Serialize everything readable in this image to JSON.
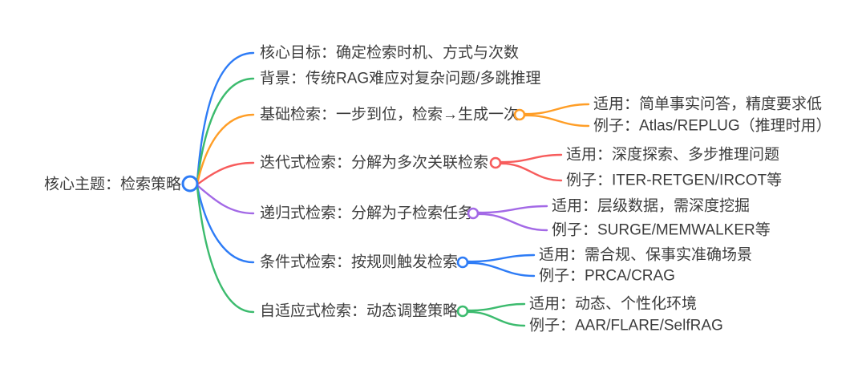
{
  "palette": {
    "blue": "#2e7cf6",
    "green": "#3cbb6e",
    "orange": "#ff9e27",
    "red": "#f75c5c",
    "purple": "#a369e6",
    "text": "#3d3d3d"
  },
  "root": {
    "label": "核心主题：检索策略",
    "color": "#2e7cf6"
  },
  "branches": [
    {
      "label": "核心目标：确定检索时机、方式与次数",
      "color": "#2e7cf6",
      "children": []
    },
    {
      "label": "背景：传统RAG难应对复杂问题/多跳推理",
      "color": "#3cbb6e",
      "children": []
    },
    {
      "label": "基础检索：一步到位，检索→生成一次",
      "color": "#ff9e27",
      "children": [
        {
          "label": "适用：简单事实问答，精度要求低"
        },
        {
          "label": "例子：Atlas/REPLUG（推理时用）"
        }
      ]
    },
    {
      "label": "迭代式检索：分解为多次关联检索",
      "color": "#f75c5c",
      "children": [
        {
          "label": "适用：深度探索、多步推理问题"
        },
        {
          "label": "例子：ITER-RETGEN/IRCOT等"
        }
      ]
    },
    {
      "label": "递归式检索：分解为子检索任务",
      "color": "#a369e6",
      "children": [
        {
          "label": "适用：层级数据，需深度挖掘"
        },
        {
          "label": "例子：SURGE/MEMWALKER等"
        }
      ]
    },
    {
      "label": "条件式检索：按规则触发检索",
      "color": "#2e7cf6",
      "children": [
        {
          "label": "适用：需合规、保事实准确场景"
        },
        {
          "label": "例子：PRCA/CRAG"
        }
      ]
    },
    {
      "label": "自适应式检索：动态调整策略",
      "color": "#3cbb6e",
      "children": [
        {
          "label": "适用：动态、个性化环境"
        },
        {
          "label": "例子：AAR/FLARE/SelfRAG"
        }
      ]
    }
  ]
}
